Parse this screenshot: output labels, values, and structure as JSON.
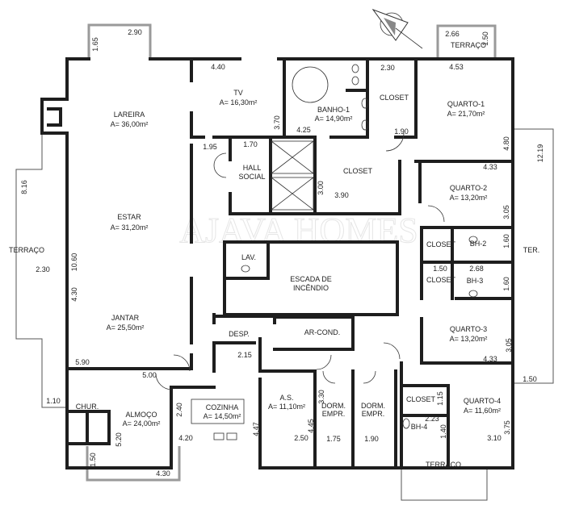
{
  "plan": {
    "watermark": "AJAVA HOMES",
    "rooms": {
      "lareira": {
        "name": "LAREIRA",
        "area": "A= 36,00m²"
      },
      "tv": {
        "name": "TV",
        "area": "A= 16,30m²"
      },
      "banho1": {
        "name": "BANHO-1",
        "area": "A= 14,90m²"
      },
      "closet_top": {
        "name": "CLOSET"
      },
      "quarto1": {
        "name": "QUARTO-1",
        "area": "A= 21,70m²"
      },
      "hall": {
        "name1": "HALL",
        "name2": "SOCIAL"
      },
      "closet_mid": {
        "name": "CLOSET"
      },
      "quarto2": {
        "name": "QUARTO-2",
        "area": "A= 13,20m²"
      },
      "estar": {
        "name": "ESTAR",
        "area": "A= 31,20m²"
      },
      "lav": {
        "name": "LAV."
      },
      "escada": {
        "name1": "ESCADA DE",
        "name2": "INCÊNDIO"
      },
      "closet_bh2": {
        "name": "CLOSET"
      },
      "bh2": {
        "name": "BH-2"
      },
      "closet_bh3": {
        "name": "CLOSET"
      },
      "bh3": {
        "name": "BH-3"
      },
      "ter": {
        "name": "TER."
      },
      "jantar": {
        "name": "JANTAR",
        "area": "A= 25,50m²"
      },
      "desp": {
        "name": "DESP."
      },
      "arcond": {
        "name": "AR-COND."
      },
      "quarto3": {
        "name": "QUARTO-3",
        "area": "A= 13,20m²"
      },
      "terraco_left": {
        "name": "TERRAÇO"
      },
      "terraco_top": {
        "name": "TERRAÇO"
      },
      "terraco_bottom": {
        "name": "TERRAÇO"
      },
      "chur": {
        "name": "CHUR."
      },
      "almoco": {
        "name": "ALMOÇO",
        "area": "A= 24,00m²"
      },
      "cozinha": {
        "name": "COZINHA",
        "area": "A= 14,50m²"
      },
      "as": {
        "name": "A.S.",
        "area": "A= 11,10m²"
      },
      "dorm1": {
        "name1": "DORM.",
        "name2": "EMPR."
      },
      "dorm2": {
        "name1": "DORM.",
        "name2": "EMPR."
      },
      "closet_q4": {
        "name": "CLOSET"
      },
      "bh4": {
        "name": "BH-4"
      },
      "quarto4": {
        "name": "QUARTO-4",
        "area": "A= 11,60m²"
      }
    },
    "dims": {
      "d290": "2.90",
      "d165": "1.65",
      "d440": "4.40",
      "d370": "3.70",
      "d195": "1.95",
      "d170": "1.70",
      "d425": "4.25",
      "d230": "2.30",
      "d190": "1.90",
      "d453": "4.53",
      "d480": "4.80",
      "d266": "2.66",
      "d150a": "1.50",
      "d1219": "12.19",
      "d433a": "4.33",
      "d305a": "3.05",
      "d300": "3.00",
      "d390": "3.90",
      "d816": "8.16",
      "d230b": "2.30",
      "d1060": "10.60",
      "d430a": "4.30",
      "d590": "5.90",
      "d500": "5.00",
      "d110": "1.10",
      "d520": "5.20",
      "d150b": "1.50",
      "d430b": "4.30",
      "d240": "2.40",
      "d420": "4.20",
      "d447": "4.47",
      "d215": "2.15",
      "d330": "3.30",
      "d445": "4.45",
      "d250": "2.50",
      "d175": "1.75",
      "d190b": "1.90",
      "d160a": "1.60",
      "d150c": "1.50",
      "d268": "2.68",
      "d160b": "1.60",
      "d433b": "4.33",
      "d305b": "3.05",
      "d150d": "1.50",
      "d115": "1.15",
      "d223": "2.23",
      "d140": "1.40",
      "d375": "3.75",
      "d310": "3.10"
    }
  }
}
